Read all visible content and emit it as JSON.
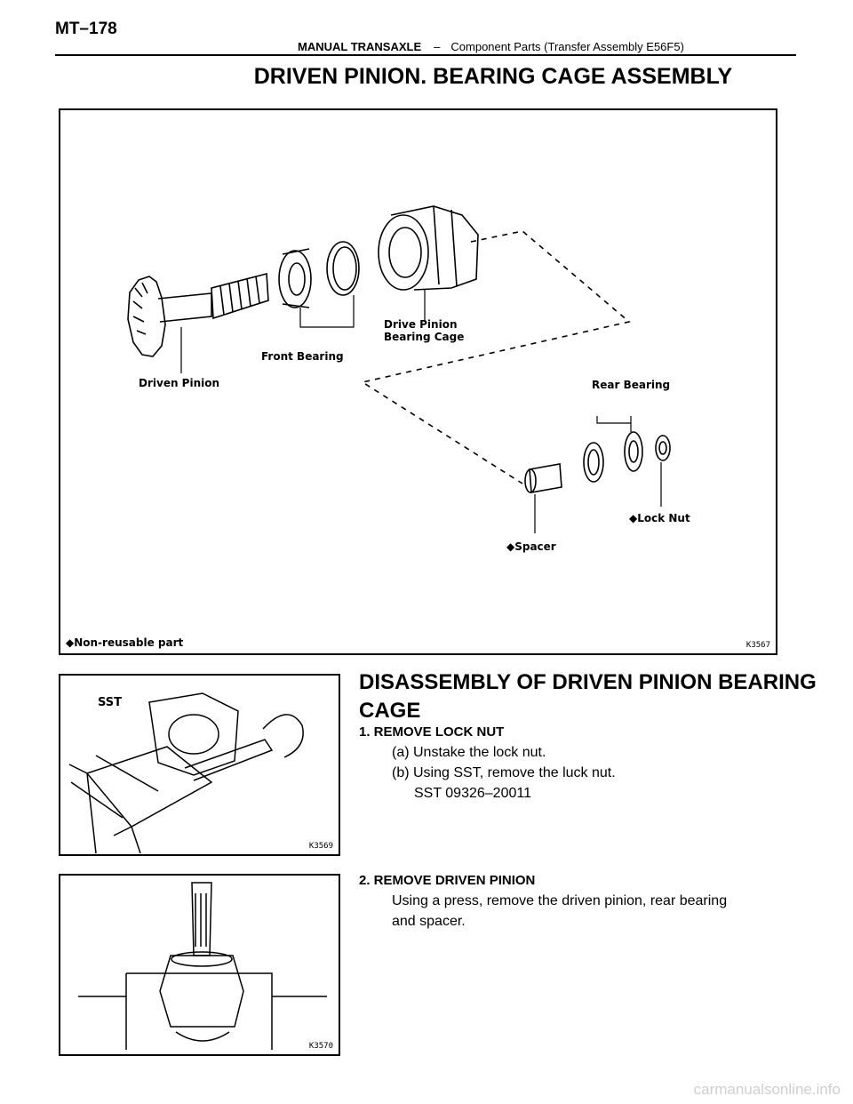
{
  "header": {
    "page_number": "MT–178",
    "section": "MANUAL TRANSAXLE",
    "separator": "–",
    "subsection": "Component Parts (Transfer Assembly E56F5)"
  },
  "title": "DRIVEN PINION. BEARING CAGE ASSEMBLY",
  "figure_main": {
    "labels": {
      "drive_pinion_bearing_cage": [
        "Drive Pinion",
        "Bearing Cage"
      ],
      "front_bearing": "Front Bearing",
      "driven_pinion": "Driven Pinion",
      "rear_bearing": "Rear Bearing",
      "lock_nut": "◆Lock Nut",
      "spacer": "◆Spacer",
      "legend": "◆Non-reusable part"
    },
    "code": "K3567"
  },
  "figure_lock": {
    "sst_label": "SST",
    "code": "K3569"
  },
  "figure_press": {
    "code": "K3570"
  },
  "disassembly": {
    "heading": "DISASSEMBLY OF DRIVEN PINION BEARING CAGE",
    "step1": {
      "title": "1. REMOVE LOCK NUT",
      "lines": [
        "(a) Unstake the lock nut.",
        "(b) Using SST, remove the luck nut.",
        "SST  09326–20011"
      ]
    },
    "step2": {
      "title": "2. REMOVE DRIVEN PINION",
      "lines": [
        "Using a press, remove the driven pinion, rear bearing",
        "and spacer."
      ]
    }
  },
  "watermark": "carmanualsonline.info"
}
